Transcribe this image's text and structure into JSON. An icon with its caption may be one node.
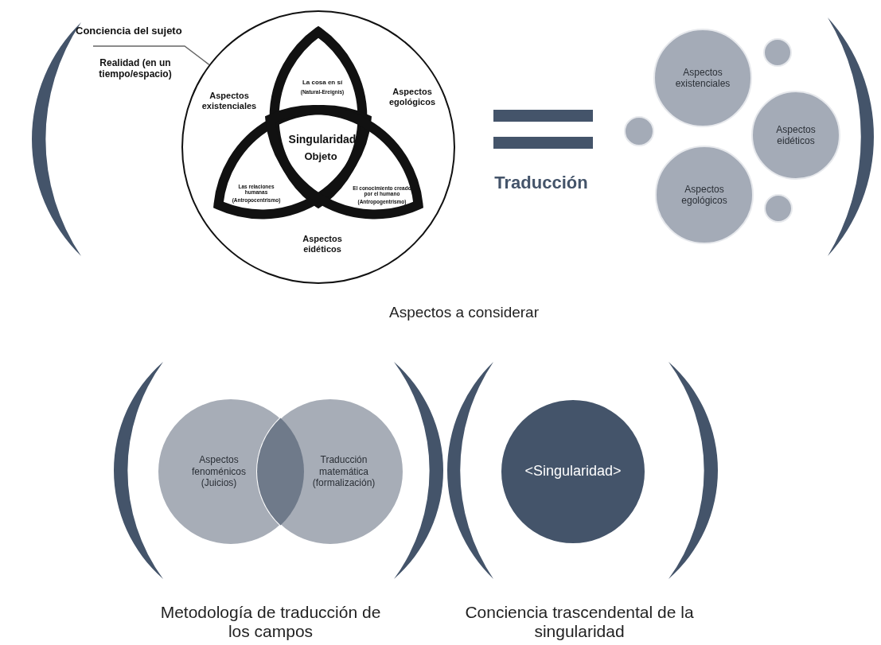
{
  "diagram": {
    "nodes": [
      {
        "text": [
          "Conciencia del sujeto"
        ]
      },
      {
        "text": [],
        "shape": "circle"
      },
      {
        "text": [
          "Aspectos existenciales"
        ]
      },
      {
        "text": [],
        "shape": "circle"
      },
      {
        "text": [],
        "shape": "circle"
      },
      {
        "text": [
          "Aspectos eidéticos"
        ]
      },
      {
        "text": [
          "Aspectos egológicos"
        ]
      },
      {
        "text": [],
        "shape": "circle"
      },
      {
        "text": [
          "Aspectos fenoménicos (Juicios)"
        ]
      },
      {
        "text": [
          "Traducción matemática (formalización)"
        ]
      },
      {
        "text": [
          "<Singularidad>"
        ]
      }
    ],
    "edges": [
      {
        "from": 0,
        "to": 1,
        "arrow": "none"
      }
    ],
    "labels": [
      "Realidad (en un tiempo/espacio)",
      "Aspectos existenciales",
      "La cosa en sí",
      "(Natural-Ereignis)",
      "Aspectos egológicos",
      "Singularidad",
      "Objeto",
      "Las relaciones humanas",
      "(Antropocentrismo)",
      "El conocimiento creado por el humano",
      "(Antropogentrismo)",
      "Aspectos eidéticos",
      "Traducción",
      "Aspectos a considerar",
      "Metodología de traducción de los campos",
      "Conciencia trascendental de la singularidad"
    ]
  }
}
